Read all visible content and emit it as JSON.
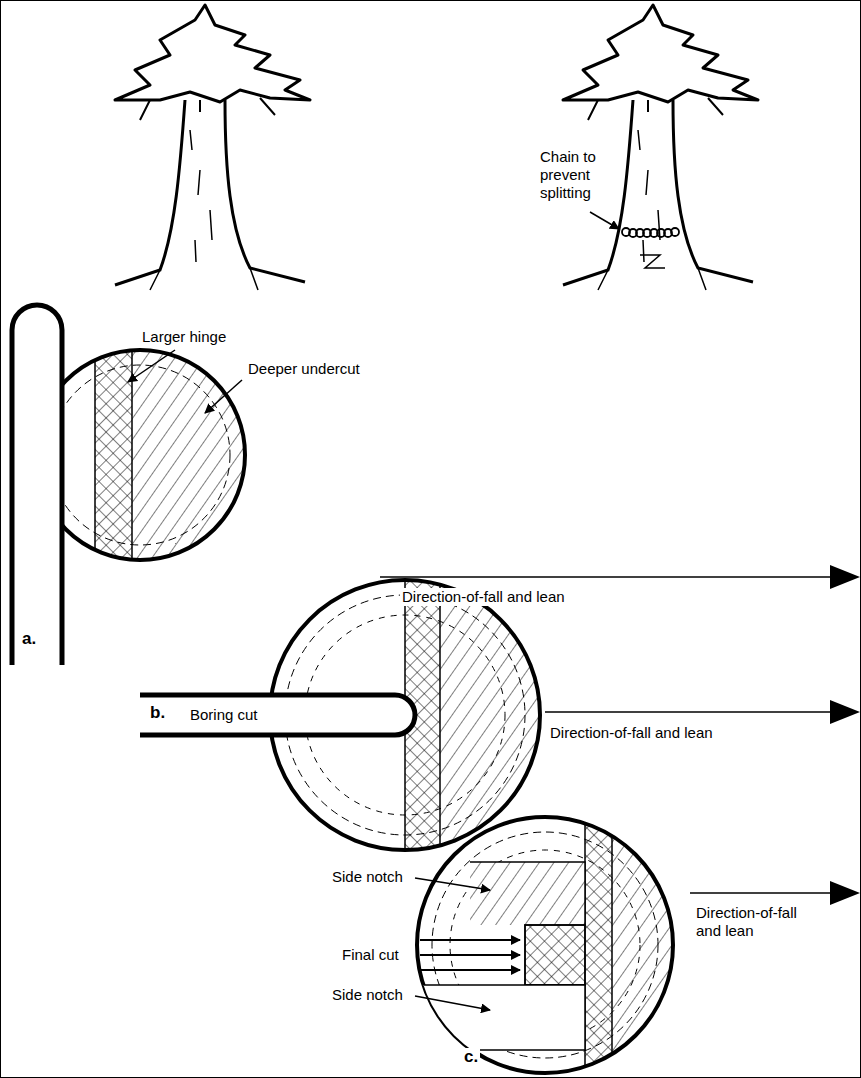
{
  "diagram": {
    "labels": [
      "Chain to prevent splitting",
      "Larger hinge",
      "Deeper undercut",
      "Direction-of-fall and lean",
      "a.",
      "Boring cut",
      "b.",
      "Direction-of-fall and lean",
      "Side notch",
      "Final cut",
      "Side notch",
      "Direction-of-fall and lean",
      "c."
    ]
  }
}
